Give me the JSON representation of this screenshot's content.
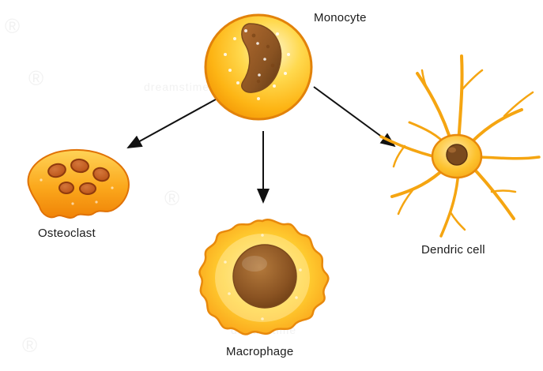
{
  "diagram": {
    "background": "#ffffff",
    "labels": {
      "monocyte": "Monocyte",
      "osteoclast": "Osteoclast",
      "macrophage": "Macrophage",
      "dendritic_cell": "Dendric cell"
    },
    "watermark": {
      "symbol": "®",
      "text": "dreamstime"
    },
    "colors": {
      "cell_body": "#FDB515",
      "cell_highlight": "#FFF6CE",
      "cell_outline": "#E8890C",
      "nucleus_dark": "#64370F",
      "nucleus_mid": "#8A5322",
      "osteoclast_nuclei": "#BF5A1E",
      "arrow": "#111111"
    }
  }
}
